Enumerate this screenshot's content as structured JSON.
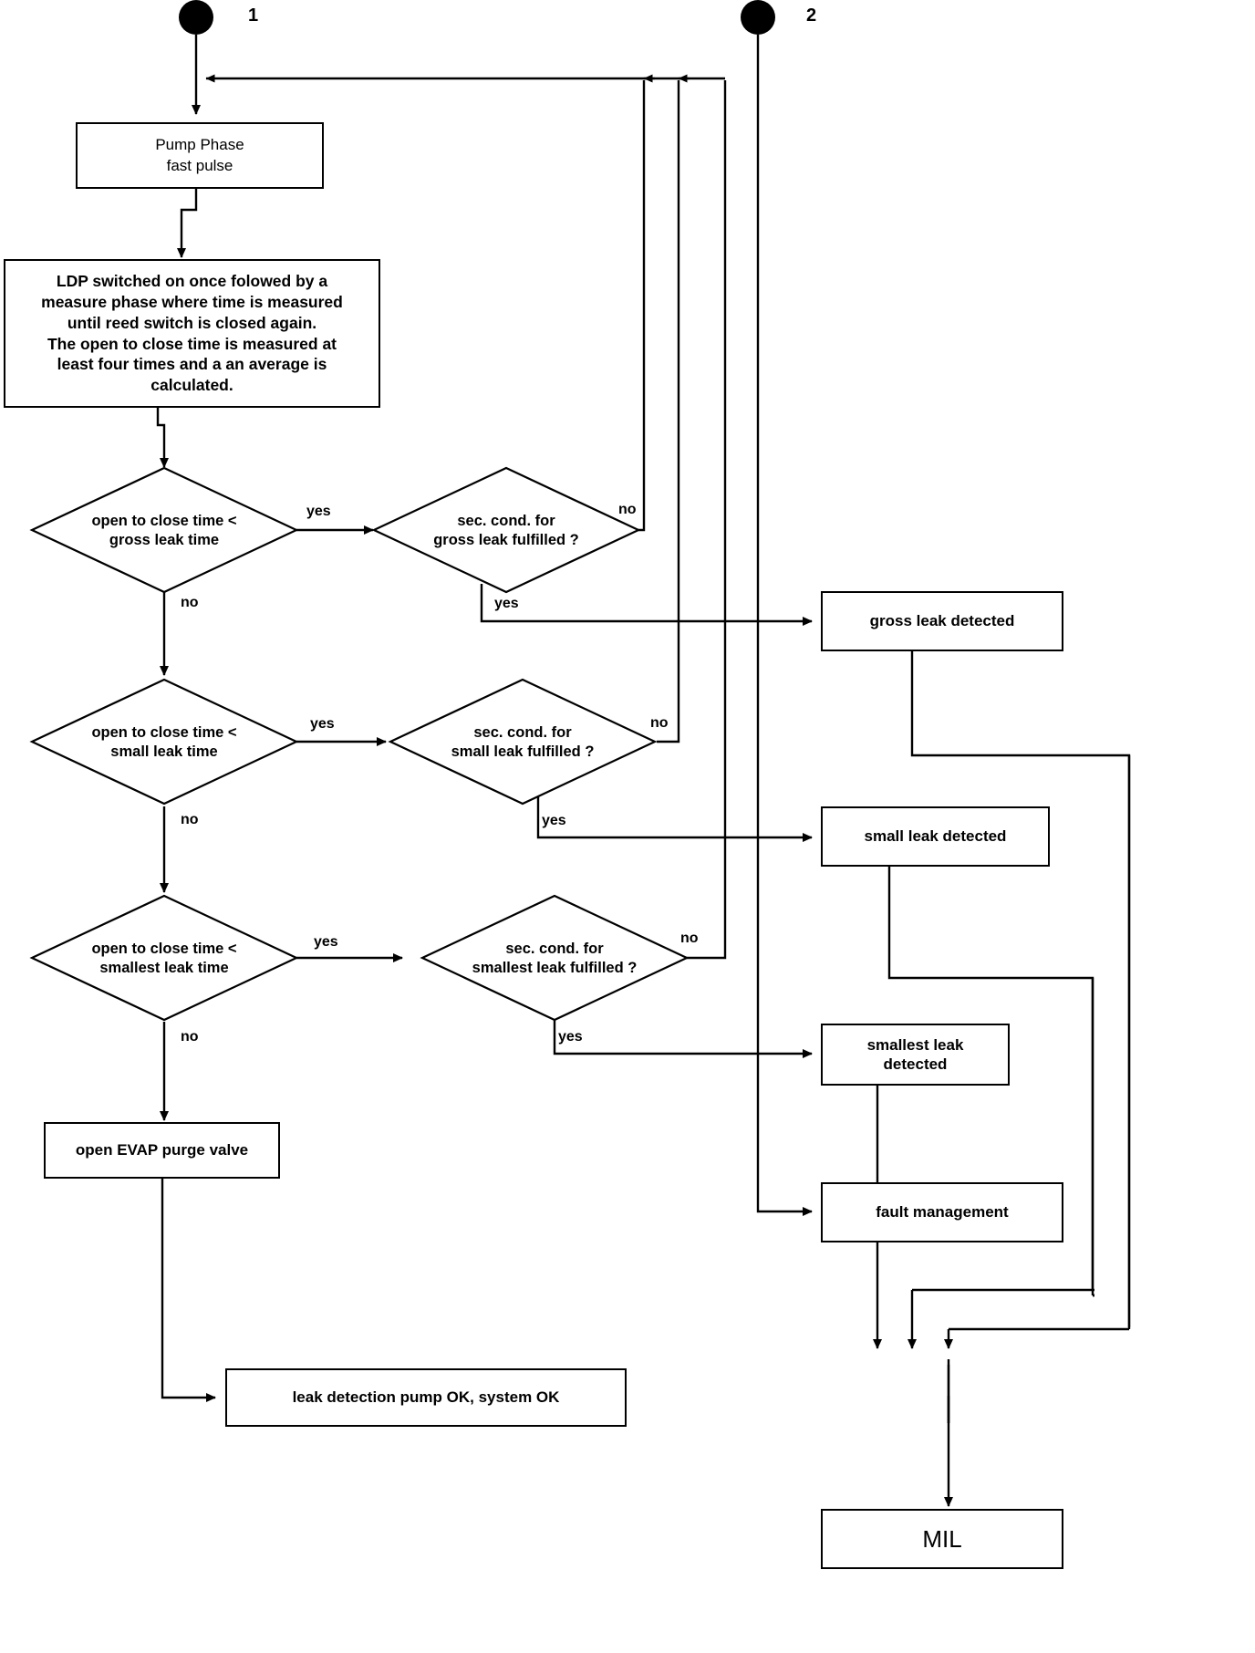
{
  "diagram": {
    "title": "LDP leak detection flowchart",
    "stroke_color": "#000000",
    "background_color": "#ffffff"
  },
  "connectors": {
    "start_1_label": "1",
    "start_2_label": "2"
  },
  "nodes": {
    "pump_phase": {
      "line1": "Pump Phase",
      "line2": "fast pulse"
    },
    "ldp_measure": {
      "line1": "LDP  switched on once folowed by a",
      "line2": "measure phase where time is measured",
      "line3": "until reed switch is closed again.",
      "line4": "The open to close time is measured at",
      "line5": "least four times and a an average is",
      "line6": "calculated."
    },
    "decision_gross": {
      "line1": "open to close time  <",
      "line2": "gross leak time"
    },
    "decision_gross_sec": {
      "line1": "sec. cond. for",
      "line2": "gross leak fulfilled ?"
    },
    "decision_small": {
      "line1": "open to close time  <",
      "line2": "small leak time"
    },
    "decision_small_sec": {
      "line1": "sec. cond. for",
      "line2": "small leak fulfilled ?"
    },
    "decision_smallest": {
      "line1": "open to close time  <",
      "line2": "smallest leak time"
    },
    "decision_smallest_sec": {
      "line1": "sec. cond. for",
      "line2": "smallest leak fulfilled ?"
    },
    "gross_leak_detected": {
      "label": "gross leak detected"
    },
    "small_leak_detected": {
      "label": "small leak detected"
    },
    "smallest_leak_detected": {
      "line1": "smallest leak",
      "line2": "detected"
    },
    "open_evap": {
      "label": "open EVAP purge valve"
    },
    "pump_ok": {
      "label": "leak detection pump OK, system OK"
    },
    "fault_management": {
      "label": "fault management"
    },
    "mil": {
      "label": "MIL"
    }
  },
  "edge_labels": {
    "gross_yes": "yes",
    "gross_no": "no",
    "gross_sec_no": "no",
    "gross_sec_yes": "yes",
    "small_yes": "yes",
    "small_no": "no",
    "small_sec_no": "no",
    "small_sec_yes": "yes",
    "smallest_yes": "yes",
    "smallest_no": "no",
    "smallest_sec_no": "no",
    "smallest_sec_yes": "yes"
  }
}
